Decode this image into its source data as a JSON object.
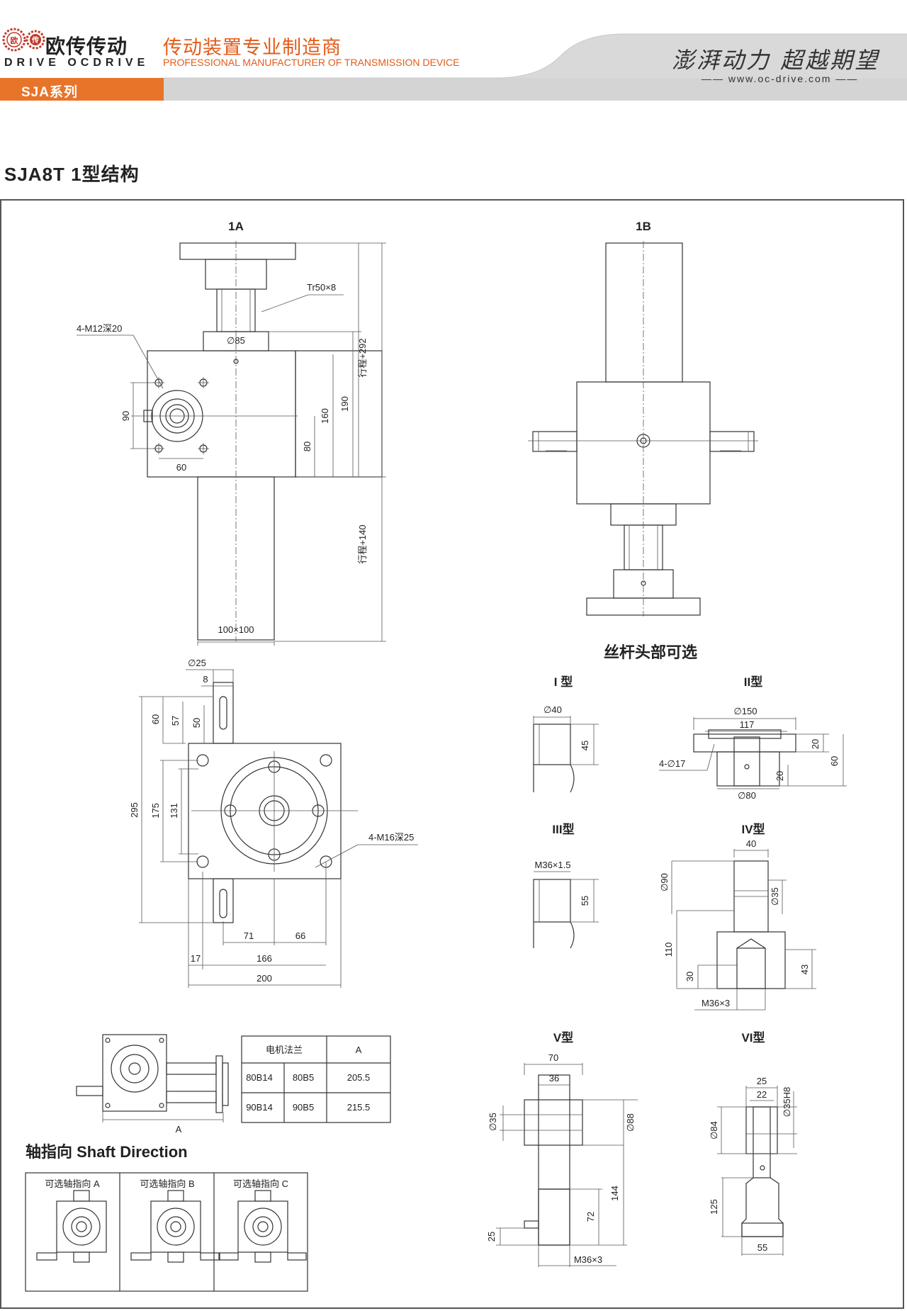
{
  "header": {
    "brand_cn": "欧传传动",
    "brand_en": "DRIVE OCDRIVE",
    "logo_chars": [
      "欧",
      "传"
    ],
    "tagline_cn": "传动装置专业制造商",
    "tagline_en": "PROFESSIONAL MANUFACTURER OF TRANSMISSION DEVICE",
    "slogan": "澎湃动力 超越期望",
    "website": "www.oc-drive.com",
    "series": "SJA系列"
  },
  "page_title": "SJA8T 1型结构",
  "view_1a": {
    "title": "1A",
    "screw": "Tr50×8",
    "holes": "4-M12深20",
    "d85": "∅85",
    "dim_90": "90",
    "dim_60": "60",
    "dim_80": "80",
    "dim_160": "160",
    "dim_190": "190",
    "stroke_292": "行程+292",
    "stroke_140": "行程+140",
    "tube": "100×100"
  },
  "view_1b": {
    "title": "1B"
  },
  "view_top": {
    "d25": "∅25",
    "dim_8": "8",
    "dim_60": "60",
    "dim_57": "57",
    "dim_50": "50",
    "dim_295": "295",
    "dim_175": "175",
    "dim_131": "131",
    "holes": "4-M16深25",
    "dim_71": "71",
    "dim_66": "66",
    "dim_17": "17",
    "dim_166": "166",
    "dim_200": "200"
  },
  "motor_table": {
    "dim_a": "A",
    "header": [
      "电机法兰",
      "A"
    ],
    "rows": [
      {
        "c1": "80B14",
        "c2": "80B5",
        "a": "205.5"
      },
      {
        "c1": "90B14",
        "c2": "90B5",
        "a": "215.5"
      }
    ]
  },
  "shaft_direction": {
    "title": "轴指向 Shaft Direction",
    "options": [
      "可选轴指向 A",
      "可选轴指向 B",
      "可选轴指向 C"
    ]
  },
  "screw_heads": {
    "title": "丝杆头部可选",
    "type1": {
      "name": "I 型",
      "d": "∅40",
      "h": "45"
    },
    "type2": {
      "name": "II型",
      "d150": "∅150",
      "d117": "117",
      "holes": "4-∅17",
      "d80": "∅80",
      "h20a": "20",
      "h20b": "20",
      "h60": "60"
    },
    "type3": {
      "name": "III型",
      "thread": "M36×1.5",
      "h": "55"
    },
    "type4": {
      "name": "IV型",
      "w": "40",
      "d90": "∅90",
      "d35": "∅35",
      "h110": "110",
      "h30": "30",
      "h43": "43",
      "thread": "M36×3"
    },
    "type5": {
      "name": "V型",
      "w70": "70",
      "w36": "36",
      "d35": "∅35",
      "d88": "∅88",
      "h144": "144",
      "h72": "72",
      "h25": "25",
      "thread": "M36×3"
    },
    "type6": {
      "name": "VI型",
      "w25": "25",
      "w22": "22",
      "d35": "∅35H8",
      "d84": "∅84",
      "h125": "125",
      "w55": "55"
    }
  }
}
